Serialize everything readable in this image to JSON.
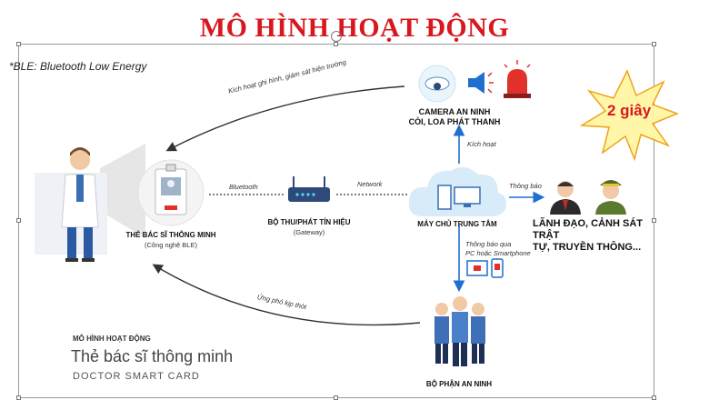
{
  "title": "MÔ HÌNH HOẠT ĐỘNG",
  "note": "*BLE: Bluetooth Low Energy",
  "badge": "2 giây",
  "nodes": {
    "camera": {
      "line1": "CAMERA AN NINH",
      "line2": "CÒI, LOA PHÁT THANH"
    },
    "card": {
      "label": "THẺ BÁC SĨ THÔNG MINH",
      "sub": "(Công nghệ BLE)"
    },
    "gateway": {
      "label": "BỘ THU/PHÁT TÍN HIỆU",
      "sub": "(Gateway)"
    },
    "server": {
      "label": "MÁY CHỦ TRUNG TÂM"
    },
    "leaders": {
      "line1": "LÃNH ĐẠO, CẢNH SÁT TRẬT",
      "line2": "TỰ, TRUYỀN THÔNG..."
    },
    "security": {
      "label": "BỘ PHẬN AN NINH"
    }
  },
  "edges": {
    "trigger_record": "Kích hoạt ghi hình, giám sát hiện trường",
    "bluetooth": "Bluetooth",
    "network": "Network",
    "activate": "Kích hoạt",
    "notify": "Thông báo",
    "notify_pc_1": "Thông báo qua",
    "notify_pc_2": "PC hoặc Smartphone",
    "respond": "Ứng phó kịp thời"
  },
  "footer": {
    "small": "MÔ HÌNH HOẠT ĐỘNG",
    "big": "Thẻ bác sĩ thông minh",
    "en": "DOCTOR SMART CARD"
  },
  "colors": {
    "title": "#d8181e",
    "accent_blue": "#1e6fd0",
    "arrow": "#333333"
  }
}
